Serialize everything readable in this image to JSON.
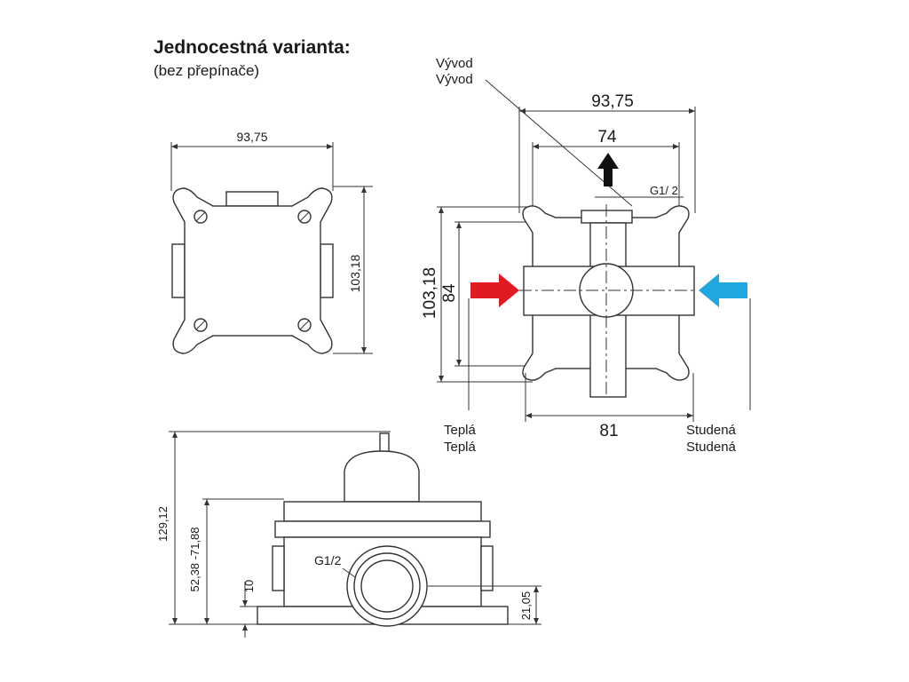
{
  "heading": {
    "title": "Jednocestná varianta:",
    "subtitle": "(bez přepínače)"
  },
  "front_view": {
    "width_label": "93,75",
    "height_label": "103,18"
  },
  "right_view": {
    "outlet_label_1": "Vývod",
    "outlet_label_2": "Vývod",
    "outer_width_label": "93,75",
    "inner_width_label": "74",
    "thread_label": "G1/ 2",
    "outer_height_label": "103,18",
    "inner_height_label": "84",
    "bottom_width_label": "81",
    "hot_label_1": "Teplá",
    "hot_label_2": "Teplá",
    "cold_label_1": "Studená",
    "cold_label_2": "Studená"
  },
  "side_view": {
    "total_height_label": "129,12",
    "depth_range_label": "52,38 -71,88",
    "base_label": "10",
    "thread_label": "G1/2",
    "inlet_height_label": "21,05"
  },
  "colors": {
    "hot_arrow": "#e11b22",
    "cold_arrow": "#1ea7e1",
    "outlet_arrow": "#111111"
  }
}
